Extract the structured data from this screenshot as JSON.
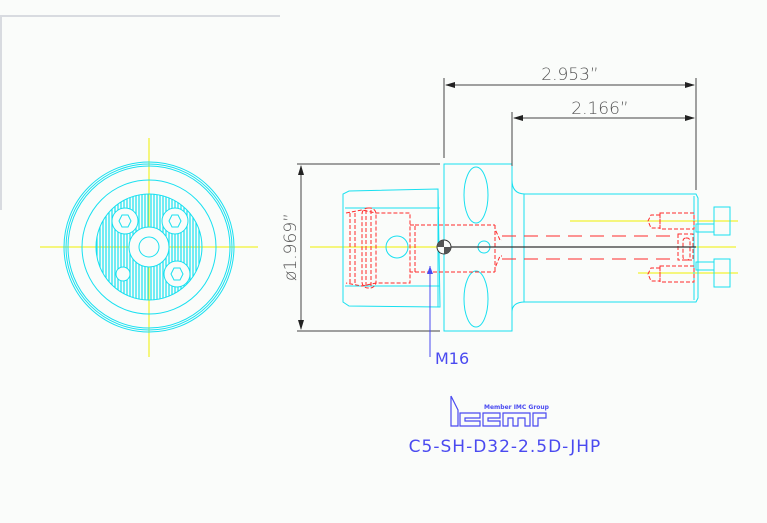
{
  "drawing": {
    "dimensions": {
      "overall_length": "2.953”",
      "shank_length": "2.166”",
      "flange_diameter": "ø1.969”"
    },
    "callout": "M16",
    "logo": {
      "brand": "Iscar",
      "tagline": "Member IMC Group"
    },
    "part_number": "C5-SH-D32-2.5D-JHP"
  },
  "colors": {
    "outline": "#18e0f0",
    "hidden": "#ff2a2a",
    "centerline": "#f0f000",
    "dimension": "#444444",
    "label": "#4a4af0"
  }
}
